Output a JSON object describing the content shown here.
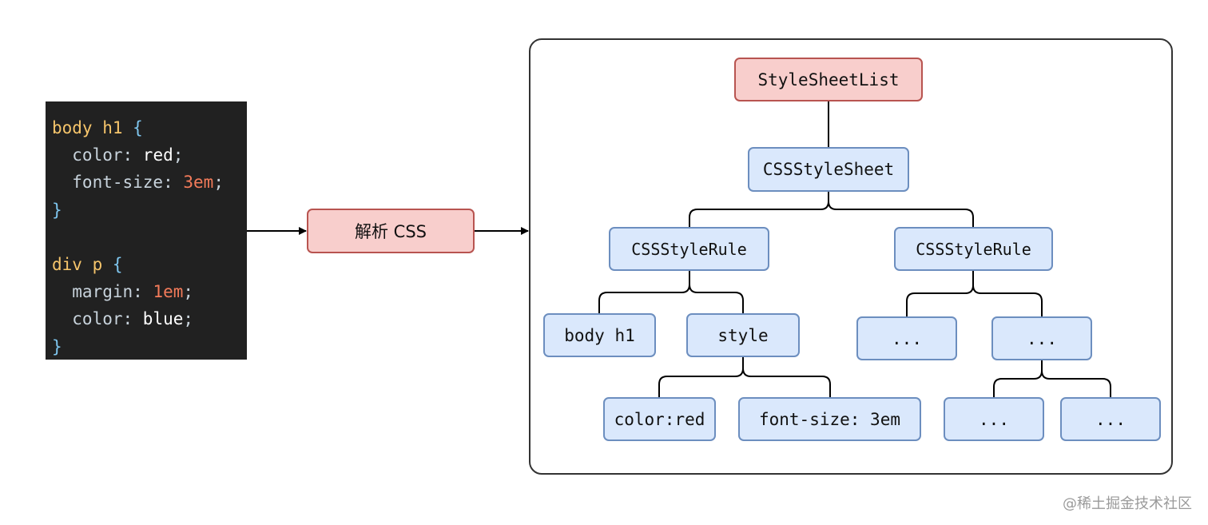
{
  "code": {
    "lines": [
      [
        {
          "t": "body h1 ",
          "c": "sel"
        },
        {
          "t": "{",
          "c": "brace"
        }
      ],
      [
        {
          "t": "  color: ",
          "c": "prop"
        },
        {
          "t": "red",
          "c": "val"
        },
        {
          "t": ";",
          "c": "punct"
        }
      ],
      [
        {
          "t": "  font-size: ",
          "c": "prop"
        },
        {
          "t": "3em",
          "c": "num"
        },
        {
          "t": ";",
          "c": "punct"
        }
      ],
      [
        {
          "t": "}",
          "c": "brace"
        }
      ],
      [
        {
          "t": "",
          "c": "val"
        }
      ],
      [
        {
          "t": "div p ",
          "c": "sel"
        },
        {
          "t": "{",
          "c": "brace"
        }
      ],
      [
        {
          "t": "  margin: ",
          "c": "prop"
        },
        {
          "t": "1em",
          "c": "num"
        },
        {
          "t": ";",
          "c": "punct"
        }
      ],
      [
        {
          "t": "  color: ",
          "c": "prop"
        },
        {
          "t": "blue",
          "c": "val"
        },
        {
          "t": ";",
          "c": "punct"
        }
      ],
      [
        {
          "t": "}",
          "c": "brace"
        }
      ]
    ]
  },
  "process": {
    "label": "解析 CSS"
  },
  "tree": {
    "root": "StyleSheetList",
    "sheet": "CSSStyleSheet",
    "rule_left": "CSSStyleRule",
    "rule_right": "CSSStyleRule",
    "selector": "body h1",
    "style": "style",
    "decl_color": "color:red",
    "decl_font": "font-size: 3em",
    "ellipsis_1": "...",
    "ellipsis_2": "...",
    "ellipsis_3": "...",
    "ellipsis_4": "..."
  },
  "watermark": "@稀土掘金技术社区",
  "colors": {
    "code_bg": "#212121",
    "red_fill": "#f8cecc",
    "red_stroke": "#b85450",
    "blue_fill": "#dae8fc",
    "blue_stroke": "#6c8ebf"
  }
}
